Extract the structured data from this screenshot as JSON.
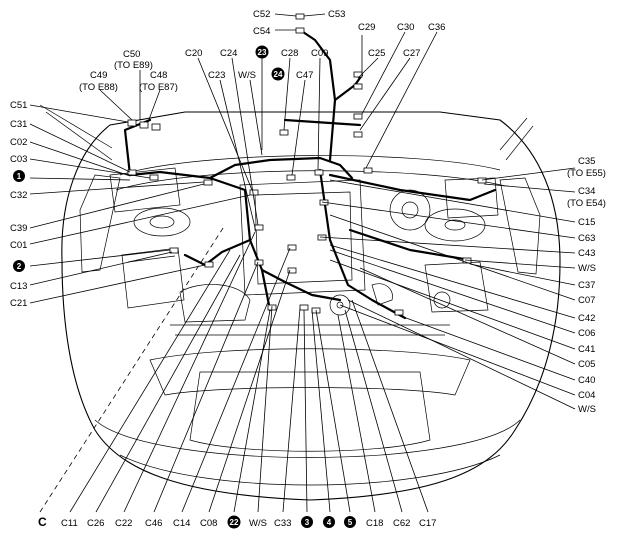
{
  "labels": {
    "C52": "C52",
    "C53": "C53",
    "C54": "C54",
    "C29": "C29",
    "C30": "C30",
    "C36": "C36",
    "C50": "C50",
    "E89": "(TO E89)",
    "C20": "C20",
    "C24": "C24",
    "C28": "C28",
    "C09": "C09",
    "C25": "C25",
    "C27": "C27",
    "C49": "C49",
    "E88": "(TO E88)",
    "C48": "C48",
    "E87": "(TO E87)",
    "C23": "C23",
    "WS_top": "W/S",
    "C47": "C47",
    "C51": "C51",
    "C31": "C31",
    "C02": "C02",
    "C03": "C03",
    "C32": "C32",
    "C39": "C39",
    "C01": "C01",
    "C13": "C13",
    "C21": "C21",
    "C35": "C35",
    "E55": "(TO E55)",
    "C34": "C34",
    "E54": "(TO E54)",
    "C15": "C15",
    "C63": "C63",
    "C43": "C43",
    "WS_right": "W/S",
    "C37": "C37",
    "C07": "C07",
    "C42": "C42",
    "C06": "C06",
    "C41": "C41",
    "C05": "C05",
    "C40": "C40",
    "C04": "C04",
    "WS_right2": "W/S",
    "C_view": "C",
    "C11": "C11",
    "C26": "C26",
    "C22": "C22",
    "C46": "C46",
    "C14": "C14",
    "C08": "C08",
    "WS_bottom": "W/S",
    "C33": "C33",
    "C18": "C18",
    "C62": "C62",
    "C17": "C17"
  },
  "badges": {
    "b1": "1",
    "b2": "2",
    "b3": "3",
    "b4": "4",
    "b5": "5",
    "b22": "22",
    "b23": "23",
    "b24": "24"
  }
}
